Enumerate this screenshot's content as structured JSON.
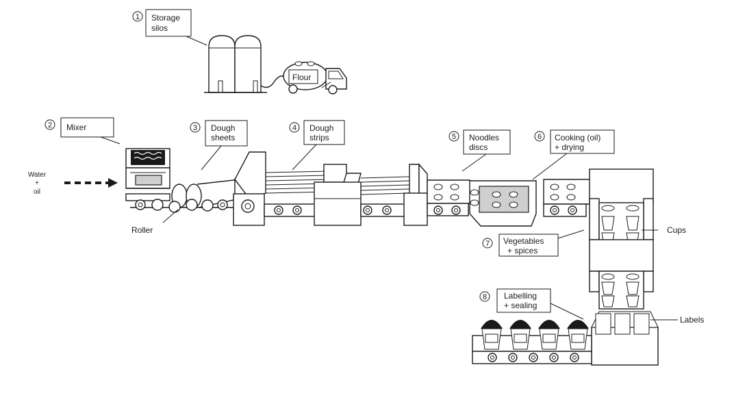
{
  "steps": [
    {
      "number": "1",
      "line1": "Storage",
      "line2": "silos"
    },
    {
      "number": "2",
      "line1": "Mixer",
      "line2": ""
    },
    {
      "number": "3",
      "line1": "Dough",
      "line2": "sheets"
    },
    {
      "number": "4",
      "line1": "Dough",
      "line2": "strips"
    },
    {
      "number": "5",
      "line1": "Noodles",
      "line2": "discs"
    },
    {
      "number": "6",
      "line1": "Cooking (oil)",
      "line2": "+ drying"
    },
    {
      "number": "7",
      "line1": "Vegetables",
      "line2": "+ spices"
    },
    {
      "number": "8",
      "line1": "Labelling",
      "line2": "+ sealing"
    }
  ],
  "labels": {
    "flour": "Flour",
    "water": "Water",
    "plus": "+",
    "oil": "oil",
    "roller": "Roller",
    "cups": "Cups",
    "labels": "Labels"
  }
}
